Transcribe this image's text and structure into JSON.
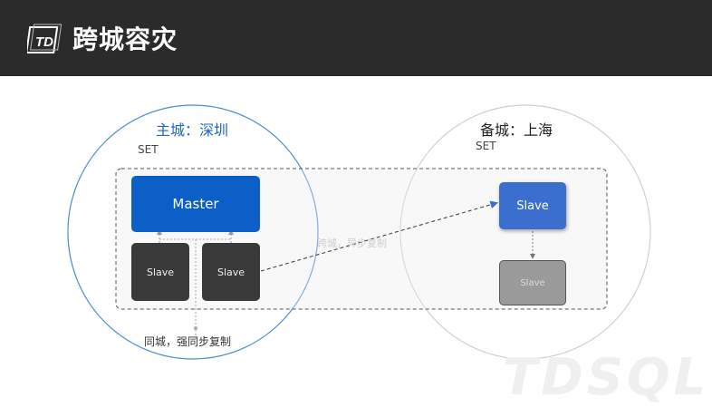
{
  "header": {
    "logo_icon": "td-logo-icon",
    "logo_text": "TD",
    "title": "跨城容灾",
    "background": "#2b2b2b"
  },
  "diagram": {
    "primary_city": {
      "label": "主城：深圳",
      "set_label": "SET",
      "color": "#1f66c2"
    },
    "backup_city": {
      "label": "备城：上海",
      "set_label": "SET"
    },
    "nodes": {
      "master": {
        "label": "Master",
        "color": "#0b5fc6"
      },
      "local_slave_1": {
        "label": "Slave",
        "color": "#3a3a3a"
      },
      "local_slave_2": {
        "label": "Slave",
        "color": "#3a3a3a"
      },
      "remote_slave": {
        "label": "Slave",
        "color": "#3a6fcf"
      },
      "remote_slave_2": {
        "label": "Slave",
        "color": "#9a9a9a"
      }
    },
    "cross_city_label": "跨城，异步复制",
    "same_city_label": "同城，强同步复制",
    "watermark_text": "TDSQL"
  }
}
